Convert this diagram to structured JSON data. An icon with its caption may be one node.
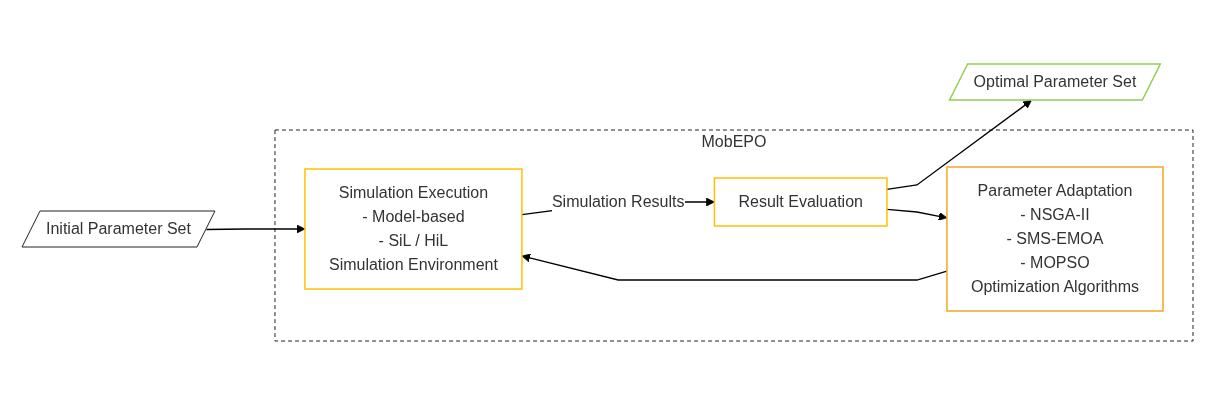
{
  "diagram": {
    "nodes": [
      {
        "text": [
          "MobEPO"
        ]
      },
      {
        "text": [
          "Initial Parameter Set"
        ]
      },
      {
        "text": [
          "Simulation Execution",
          "- Model-based",
          "- SiL / HiL",
          "Simulation Environment"
        ],
        "in": 0
      },
      {
        "text": [
          "Result Evaluation"
        ],
        "in": 0
      },
      {
        "text": [
          "Parameter Adaptation",
          "- NSGA-II",
          "- SMS-EMOA",
          "- MOPSO",
          "Optimization Algorithms"
        ],
        "in": 0
      },
      {
        "text": [
          "Optimal Parameter Set"
        ]
      }
    ],
    "edges": [
      {
        "from": 1,
        "to": 2,
        "arrow": "to"
      },
      {
        "from": 2,
        "to": 3,
        "arrow": "to",
        "label": "Simulation Results"
      },
      {
        "from": 3,
        "to": 5,
        "arrow": "to"
      },
      {
        "from": 3,
        "to": 4,
        "arrow": "to"
      },
      {
        "from": 4,
        "to": 2,
        "arrow": "to"
      }
    ]
  }
}
